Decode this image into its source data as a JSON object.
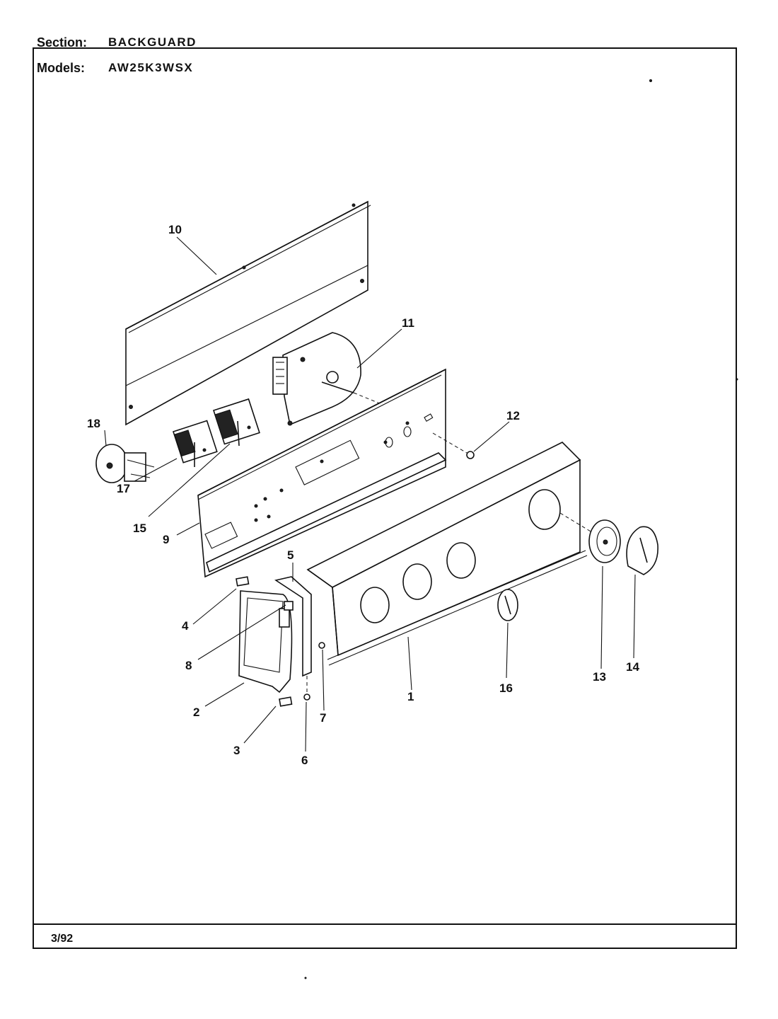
{
  "header": {
    "section_label": "Section:",
    "section_value": "BACKGUARD",
    "models_label": "Models:",
    "models_value": "AW25K3WSX"
  },
  "footer": {
    "date": "3/92"
  },
  "callouts": {
    "c1": "1",
    "c2": "2",
    "c3": "3",
    "c4": "4",
    "c5": "5",
    "c6": "6",
    "c7": "7",
    "c8": "8",
    "c9": "9",
    "c10": "10",
    "c11": "11",
    "c12": "12",
    "c13": "13",
    "c14": "14",
    "c15": "15",
    "c16": "16",
    "c17": "17",
    "c18": "18"
  }
}
